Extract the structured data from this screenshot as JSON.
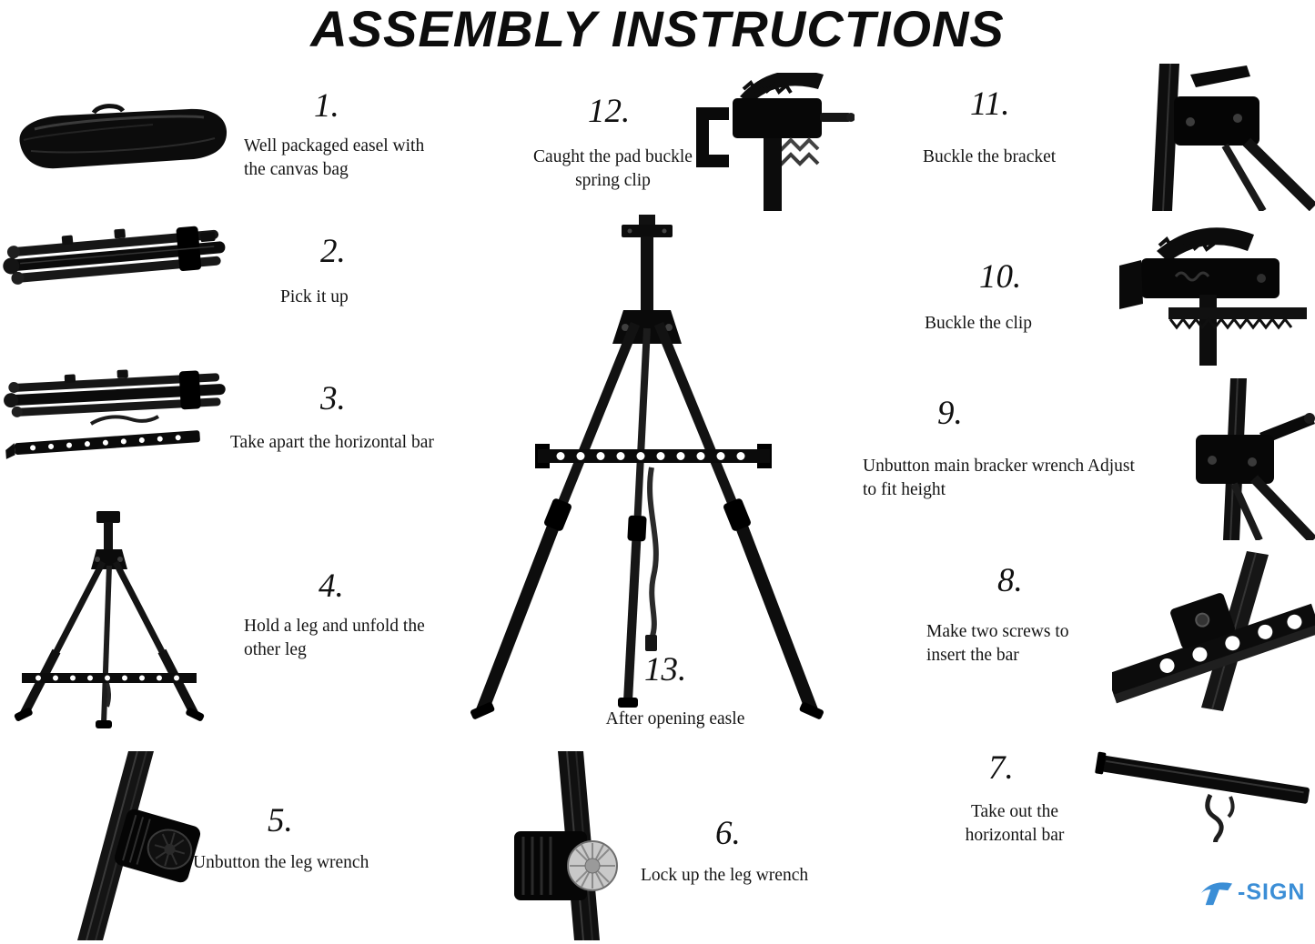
{
  "title": "ASSEMBLY INSTRUCTIONS",
  "steps": [
    {
      "num": "1.",
      "text": "Well packaged easel with the canvas bag",
      "image": "packaged-easel-bag"
    },
    {
      "num": "2.",
      "text": "Pick it up",
      "image": "folded-easel"
    },
    {
      "num": "3.",
      "text": "Take apart the horizontal bar",
      "image": "folded-easel-with-bar"
    },
    {
      "num": "4.",
      "text": "Hold a leg and unfold the other leg",
      "image": "partially-opened-easel"
    },
    {
      "num": "5.",
      "text": "Unbutton the leg wrench",
      "image": "leg-wrench-open"
    },
    {
      "num": "6.",
      "text": "Lock up the leg wrench",
      "image": "leg-wrench-locked"
    },
    {
      "num": "7.",
      "text": "Take out the horizontal bar",
      "image": "horizontal-bar-with-strap"
    },
    {
      "num": "8.",
      "text": "Make two screws to insert the bar",
      "image": "bar-insert-screws"
    },
    {
      "num": "9.",
      "text": "Unbutton main bracker wrench Adjust to fit height",
      "image": "main-bracket-wrench"
    },
    {
      "num": "10.",
      "text": "Buckle the clip",
      "image": "spring-clip-closeup"
    },
    {
      "num": "11.",
      "text": "Buckle the bracket",
      "image": "bracket-closeup"
    },
    {
      "num": "12.",
      "text": "Caught the pad buckle spring clip",
      "image": "pad-buckle-spring-clip"
    },
    {
      "num": "13.",
      "text": "After opening easle",
      "image": "opened-easel"
    }
  ],
  "center_image": "fully-assembled-easel",
  "brand": {
    "logo": "t-sign-logo",
    "text": "-SIGN",
    "color": "#3b8ed6"
  }
}
